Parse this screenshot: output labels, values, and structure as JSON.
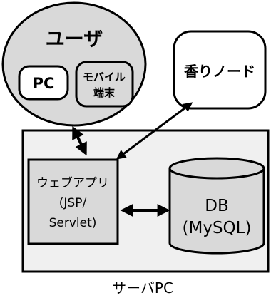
{
  "colors": {
    "stroke": "#000000",
    "fill_gray": "#d9d9d9",
    "fill_white": "#ffffff",
    "server_bg": "#f0f0f0"
  },
  "diagram": {
    "user": {
      "title": "ユーザ",
      "pc": "PC",
      "mobile_line1": "モバイル",
      "mobile_line2": "端末"
    },
    "kaori_node": "香りノード",
    "server": {
      "caption": "サーバPC",
      "webapp_line1": "ウェブアプリ",
      "webapp_line2": "(JSP/",
      "webapp_line3": "Servlet)",
      "db_line1": "DB",
      "db_line2": "(MySQL)"
    }
  }
}
